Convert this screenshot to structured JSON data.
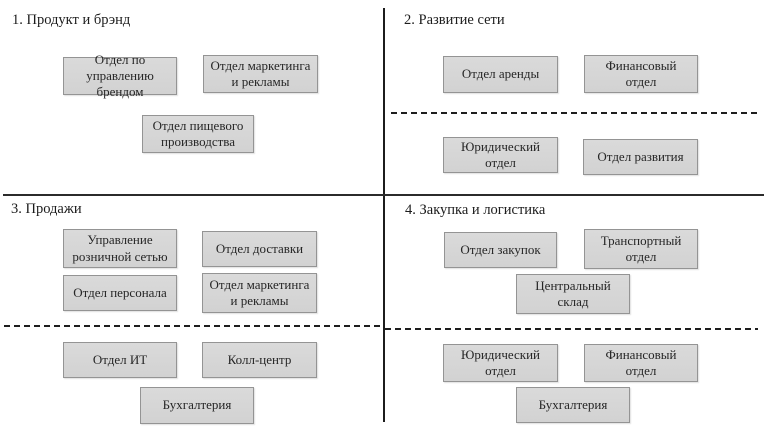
{
  "diagram": {
    "colors": {
      "background": "#ffffff",
      "box_fill": "#d6d6d6",
      "box_border": "#949494",
      "line": "#1c1c1c",
      "text": "#262626"
    },
    "quadrants": [
      {
        "title": "1. Продукт и брэнд",
        "boxes": [
          "Отдел по\nуправлению брендом",
          "Отдел маркетинга\nи рекламы",
          "Отдел пищевого\nпроизводства"
        ]
      },
      {
        "title": "2. Развитие сети",
        "boxes": [
          "Отдел аренды",
          "Финансовый\nотдел",
          "Юридический\nотдел",
          "Отдел развития"
        ]
      },
      {
        "title": "3. Продажи",
        "boxes": [
          "Управление\nрозничной сетью",
          "Отдел доставки",
          "Отдел персонала",
          "Отдел маркетинга\nи рекламы",
          "Отдел ИТ",
          "Колл-центр",
          "Бухгалтерия"
        ]
      },
      {
        "title": "4. Закупка и логистика",
        "boxes": [
          "Отдел закупок",
          "Транспортный\nотдел",
          "Центральный\nсклад",
          "Юридический\nотдел",
          "Финансовый\nотдел",
          "Бухгалтерия"
        ]
      }
    ]
  }
}
